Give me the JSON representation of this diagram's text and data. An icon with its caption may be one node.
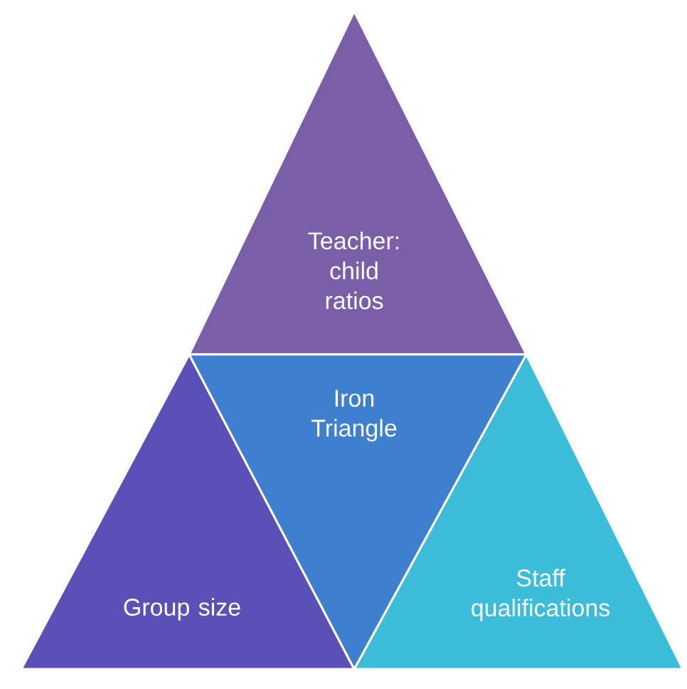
{
  "diagram": {
    "nodes": [
      {
        "text": [
          "Teacher: child ratios"
        ]
      },
      {
        "text": [
          "Iron Triangle"
        ]
      },
      {
        "text": [
          "Group size"
        ]
      },
      {
        "text": [
          "Staff qualifications"
        ]
      }
    ]
  }
}
